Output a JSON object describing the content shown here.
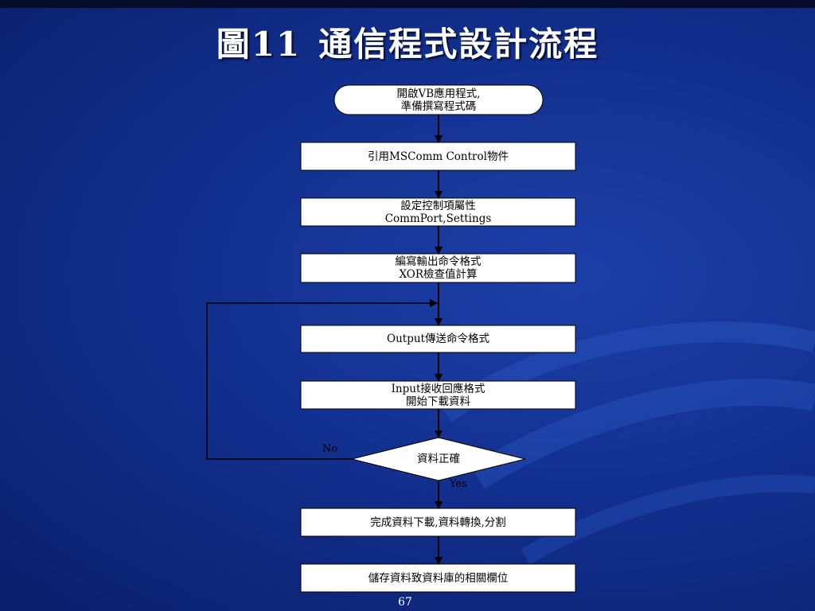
{
  "slide": {
    "title_prefix": "圖11",
    "title_text": "通信程式設計流程",
    "page_number": "67"
  },
  "flowchart": {
    "start": {
      "line1": "開啟VB應用程式,",
      "line2": "準備撰寫程式碼"
    },
    "step1": {
      "line1": "引用MSComm Control物件"
    },
    "step2": {
      "line1": "設定控制項屬性",
      "line2": "CommPort,Settings"
    },
    "step3": {
      "line1": "編寫輸出命令格式",
      "line2": "XOR檢查值計算"
    },
    "step4": {
      "line1": "Output傳送命令格式"
    },
    "step5": {
      "line1": "Input接收回應格式",
      "line2": "開始下載資料"
    },
    "decision": {
      "line1": "資料正確",
      "no_label": "No",
      "yes_label": "Yes"
    },
    "step6": {
      "line1": "完成資料下載,資料轉換,分割"
    },
    "step7": {
      "line1": "儲存資料致資料庫的相關欄位"
    }
  },
  "colors": {
    "box_fill": "#ffffff",
    "line": "#000000",
    "title": "#ffffff"
  }
}
